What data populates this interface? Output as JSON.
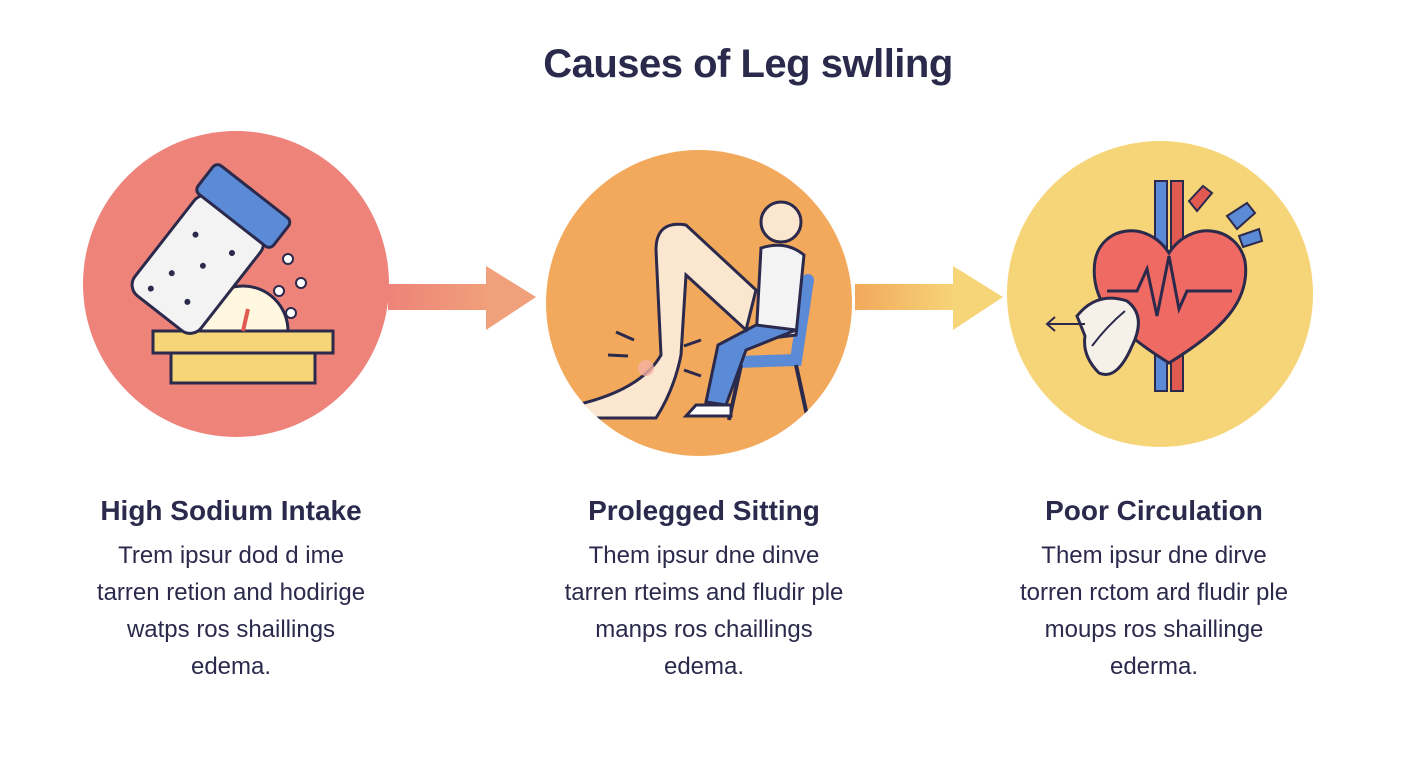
{
  "title": "Causes of Leg swlling",
  "colors": {
    "text": "#2b2a4c",
    "red": "#ee8379",
    "orange": "#f2a95c",
    "yellow": "#f6d478",
    "blue": "#5b8bd6"
  },
  "steps": [
    {
      "heading": "High Sodium Intake",
      "icon": "salt-shaker-icon",
      "lines": [
        "Trem ipsur dod d ime",
        "tarren retion and hodirige",
        "watps ros shaillings",
        "edema."
      ]
    },
    {
      "heading": "Prolegged Sitting",
      "icon": "sitting-person-icon",
      "lines": [
        "Them ipsur dne dinve",
        "tarren rteims and fludir ple",
        "manps ros chaillings",
        "edema."
      ]
    },
    {
      "heading": "Poor Circulation",
      "icon": "heart-circulation-icon",
      "lines": [
        "Them ipsur dne dirve",
        "torren rctom ard fludir ple",
        "moups ros shaillinge",
        "ederma."
      ]
    }
  ]
}
